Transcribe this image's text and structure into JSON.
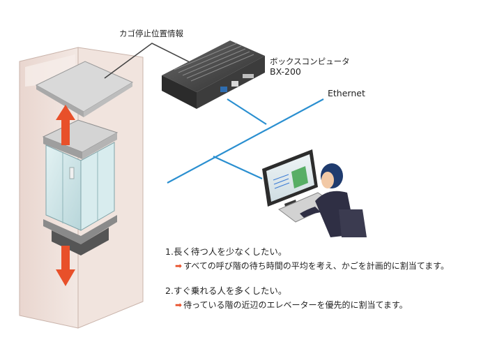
{
  "labels": {
    "car_position": "カゴ停止位置情報",
    "box_computer_name": "ボックスコンピュータ",
    "box_computer_model": "BX-200",
    "ethernet": "Ethernet"
  },
  "points": [
    {
      "title": "1.長く待つ人を少なくしたい。",
      "detail": "すべての呼び階の待ち時間の平均を考え、かごを計画的に割当てます。"
    },
    {
      "title": "2.すぐ乗れる人を多くしたい。",
      "detail": "待っている階の近辺のエレベーターを優先的に割当てます。"
    }
  ],
  "colors": {
    "network_line": "#2a8fd0",
    "arrow": "#e8502a",
    "wall": "#ead9d3",
    "glass": "#cfe6e8"
  },
  "icons": {
    "point_marker": "right-arrow-icon"
  }
}
